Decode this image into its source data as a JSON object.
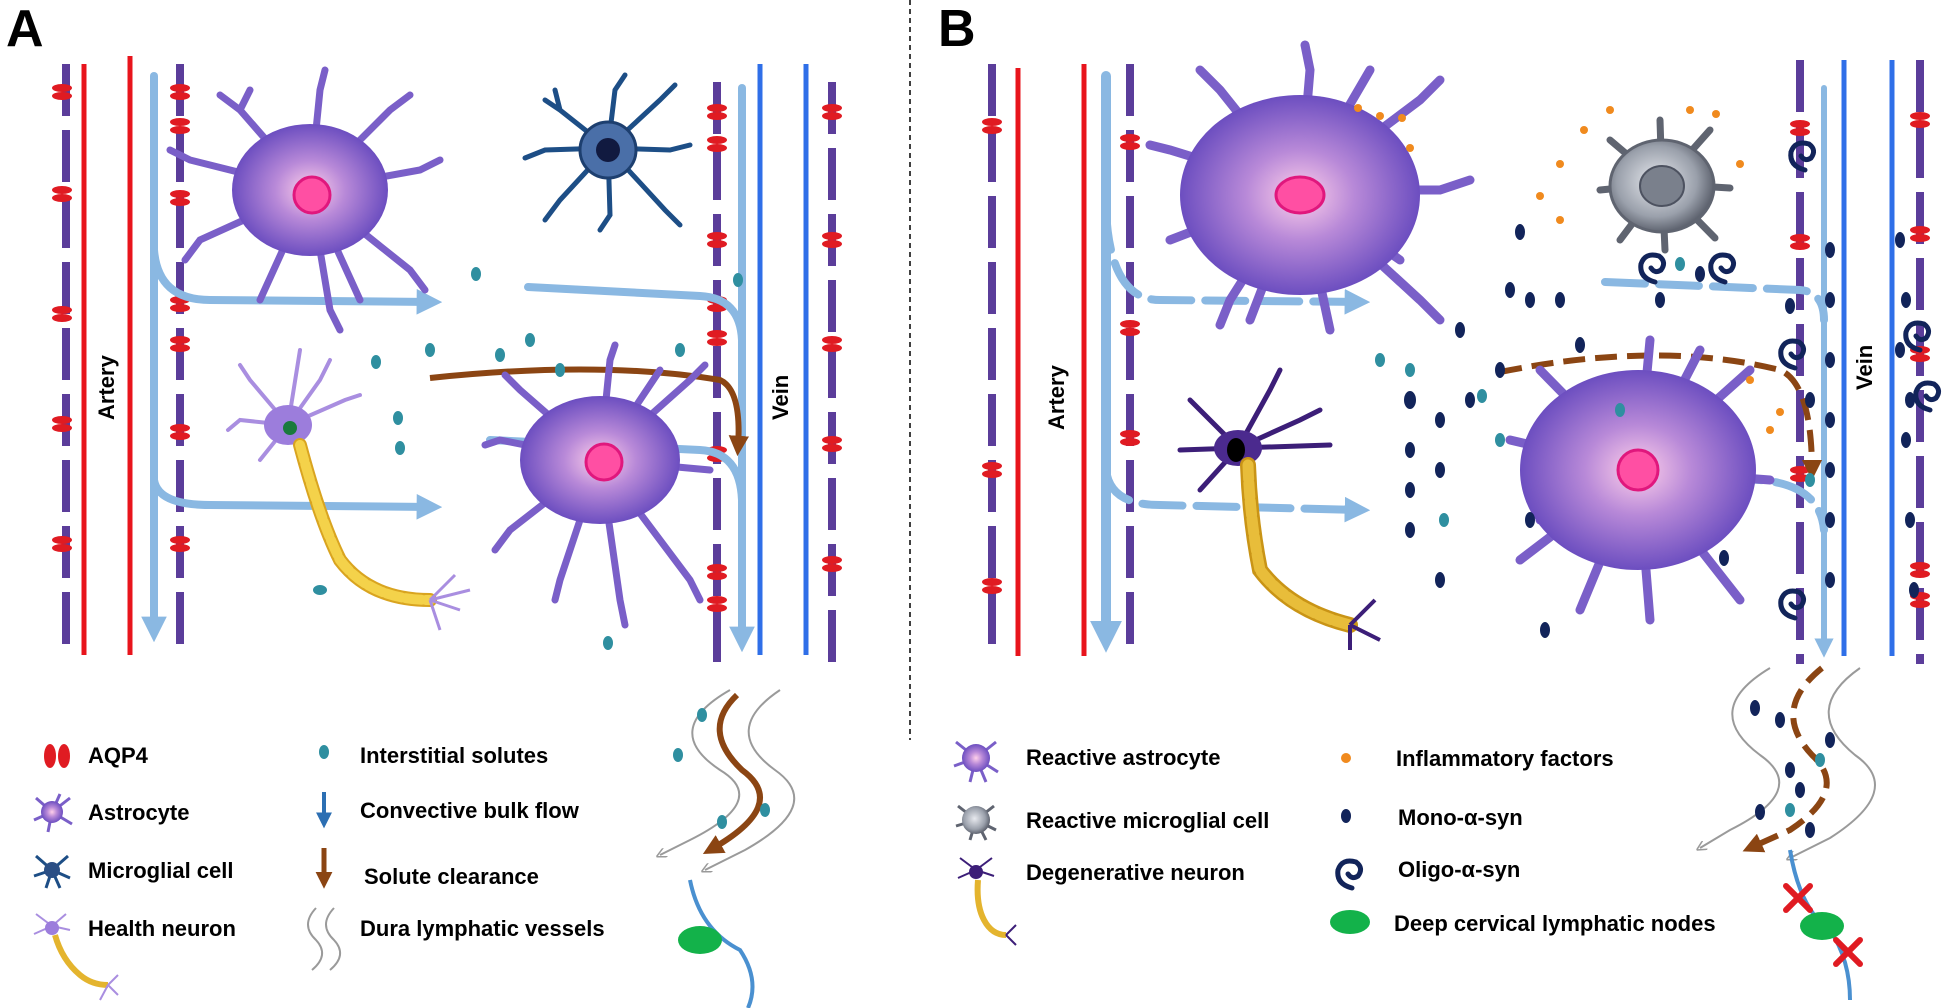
{
  "panels": {
    "a": {
      "letter": "A",
      "artery_label": "Artery",
      "vein_label": "Vein",
      "legend": {
        "aqp4": "AQP4",
        "astrocyte": "Astrocyte",
        "microglial_cell": "Microglial cell",
        "health_neuron": "Health neuron",
        "interstitial_solutes": "Interstitial solutes",
        "convective_bulk_flow": "Convective bulk flow",
        "solute_clearance": "Solute clearance",
        "dura_lymphatic_vessels": "Dura lymphatic  vessels"
      }
    },
    "b": {
      "letter": "B",
      "artery_label": "Artery",
      "vein_label": "Vein",
      "legend": {
        "reactive_astrocyte": "Reactive astrocyte",
        "reactive_microglial_cell": "Reactive microglial cell",
        "degenerative_neuron": "Degenerative  neuron",
        "inflammatory_factors": "Inflammatory factors",
        "mono_syn": "Mono-α-syn",
        "oligo_syn": "Oligo-α-syn",
        "deep_cervical_nodes": "Deep cervical lymphatic nodes"
      }
    }
  },
  "colors": {
    "artery": "#e8141c",
    "vein": "#2f6fe8",
    "flow": "#8ab8e2",
    "clearance": "#8b4513",
    "aqp4": "#e01b22",
    "membrane": "#5b3d9a",
    "astrocyte": "#7a5fc8",
    "solute": "#2f8fa0",
    "mono_syn": "#12245a",
    "inflammatory": "#f08a1e",
    "node": "#13b24a",
    "block": "#e01b22"
  }
}
